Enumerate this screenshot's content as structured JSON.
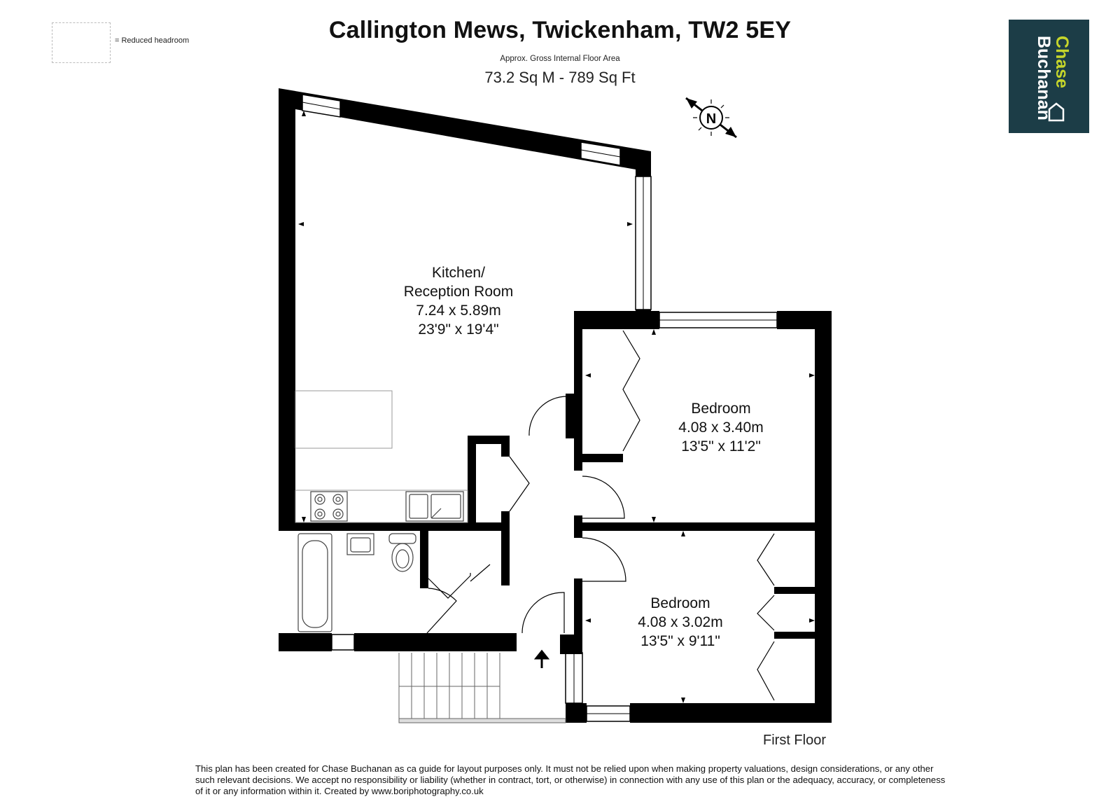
{
  "legend": {
    "text": "= Reduced headroom"
  },
  "header": {
    "title": "Callington Mews, Twickenham, TW2 5EY",
    "subtitle": "Approx. Gross Internal Floor Area",
    "area": "73.2 Sq M - 789 Sq Ft"
  },
  "logo": {
    "line1": "Chase",
    "line2": "Buchanan"
  },
  "compass": {
    "label": "N"
  },
  "rooms": {
    "kitchen": {
      "name1": "Kitchen/",
      "name2": "Reception Room",
      "metric": "7.24 x 5.89m",
      "imperial": "23'9\" x 19'4\""
    },
    "bedroom1": {
      "name": "Bedroom",
      "metric": "4.08 x 3.40m",
      "imperial": "13'5\" x 11'2\""
    },
    "bedroom2": {
      "name": "Bedroom",
      "metric": "4.08 x 3.02m",
      "imperial": "13'5\" x 9'11\""
    }
  },
  "floor_label": "First Floor",
  "disclaimer": "This plan has been created for Chase Buchanan as ca guide for layout purposes only. It must not be relied upon when making property valuations, design considerations, or any other such relevant decisions. We accept no responsibility or liability (whether in contract, tort, or otherwise)  in connection with any use of this plan or the adequacy, accuracy, or completeness of it or any information within it. Created by www.boriphotography.co.uk",
  "colors": {
    "wall": "#000000",
    "logo_bg": "#1c3d47",
    "logo_accent": "#c5d52b",
    "logo_text": "#ffffff"
  }
}
